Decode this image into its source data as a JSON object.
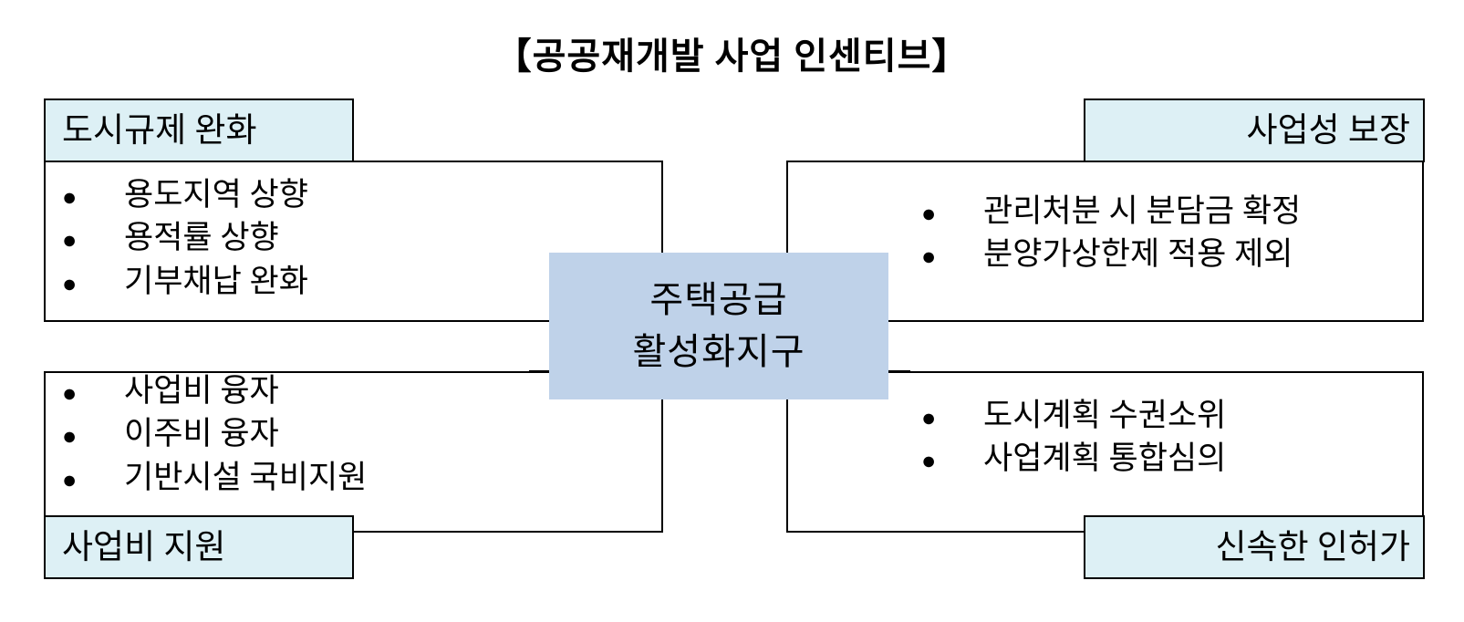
{
  "title": "【공공재개발 사업 인센티브】",
  "center": {
    "line1": "주택공급",
    "line2": "활성화지구"
  },
  "quadrants": {
    "top_left": {
      "header": "도시규제 완화",
      "bullets": [
        "용도지역 상향",
        "용적률 상향",
        "기부채납 완화"
      ]
    },
    "top_right": {
      "header": "사업성 보장",
      "bullets": [
        "관리처분 시 분담금 확정",
        "분양가상한제 적용 제외"
      ]
    },
    "bottom_left": {
      "header": "사업비 지원",
      "bullets": [
        "사업비 융자",
        "이주비 융자",
        "기반시설 국비지원"
      ]
    },
    "bottom_right": {
      "header": "신속한 인허가",
      "bullets": [
        "도시계획 수권소위",
        "사업계획 통합심의"
      ]
    }
  },
  "bullet_glyph": "●",
  "colors": {
    "header_fill": "#ddf0f5",
    "center_fill": "#bfd2e9",
    "outline": "#000000",
    "background": "#ffffff"
  }
}
